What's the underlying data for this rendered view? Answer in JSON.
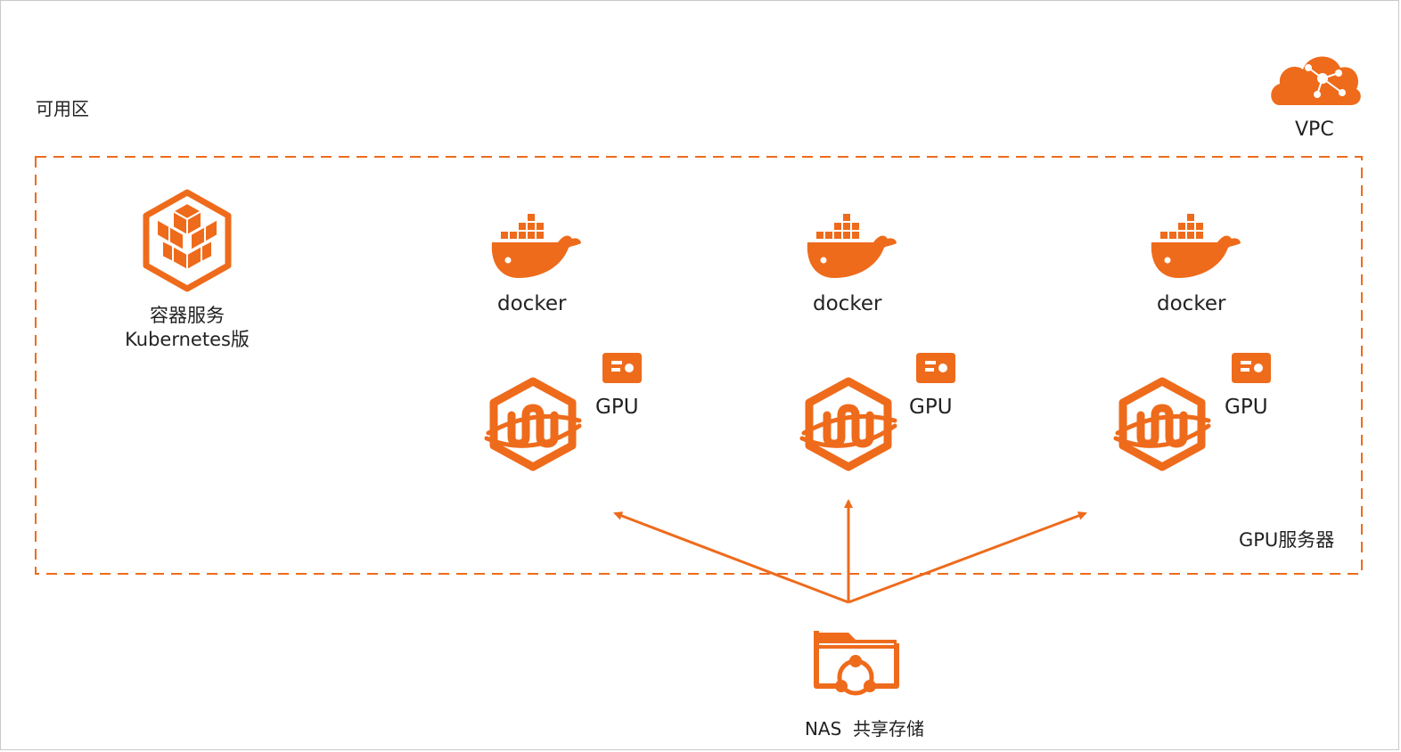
{
  "zone_label": "可用区",
  "vpc": {
    "label": "VPC",
    "icon": "cloud-network-icon"
  },
  "gpu_server_label": "GPU服务器",
  "k8s": {
    "title": "容器服务",
    "subtitle": "Kubernetes版",
    "icon": "container-service-icon"
  },
  "nodes": [
    {
      "docker_label": "docker",
      "gpu_label": "GPU"
    },
    {
      "docker_label": "docker",
      "gpu_label": "GPU"
    },
    {
      "docker_label": "docker",
      "gpu_label": "GPU"
    }
  ],
  "nas": {
    "label": "NAS  共享存储",
    "icon": "nas-folder-icon"
  },
  "colors": {
    "accent": "#ee6b1c",
    "border": "#c9c9c9",
    "text": "#222222"
  }
}
